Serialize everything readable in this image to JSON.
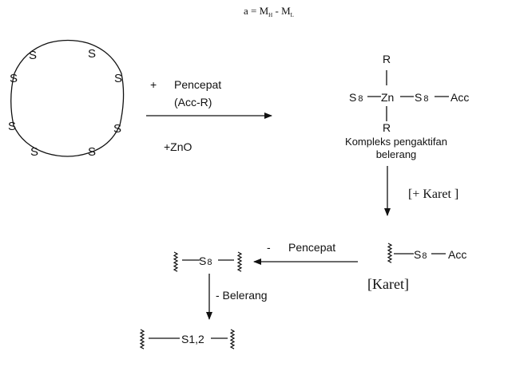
{
  "formula": {
    "lhs": "a = M",
    "sub_h": "H",
    "dash": " -  M",
    "sub_l": "L"
  },
  "ring_sulfur": [
    "S",
    "S",
    "S",
    "S",
    "S",
    "S",
    "S",
    "S"
  ],
  "reaction1": {
    "plus": "+",
    "reagent": "Pencepat",
    "reagent_formula": "(Acc-R)",
    "catalyst": "+ZnO"
  },
  "complex": {
    "r_top": "R",
    "r_bottom": "R",
    "left_s8": "S",
    "left_sub": "8",
    "metal": "Zn",
    "right_s8": "S",
    "right_sub": "8",
    "acc": "Acc",
    "caption_line1": "Kompleks pengaktifan",
    "caption_line2": "belerang"
  },
  "step2": {
    "label": "[+  Karet ]"
  },
  "rubber_acc": {
    "s8": "S",
    "sub": "8",
    "acc": "Acc",
    "karet": "[Karet]"
  },
  "step3": {
    "minus": "-",
    "label": "Pencepat"
  },
  "crosslink_s8": {
    "s8": "S",
    "sub": "8"
  },
  "step4": {
    "label": "- Belerang"
  },
  "crosslink_final": {
    "label": "S1,2"
  }
}
